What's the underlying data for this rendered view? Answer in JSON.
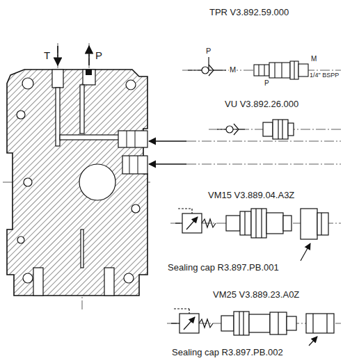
{
  "diagram": {
    "labels": [
      "TPR V3.892.59.000",
      "P",
      "M",
      "M",
      "1/4\" BSPP",
      "P",
      "VU V3.892.26.000",
      "T",
      "P",
      "VM15 V3.889.04.A3Z",
      "Sealing cap R3.897.PB.001",
      "VM25 V3.889.23.A0Z",
      "Sealing cap R3.897.PB.002"
    ]
  }
}
